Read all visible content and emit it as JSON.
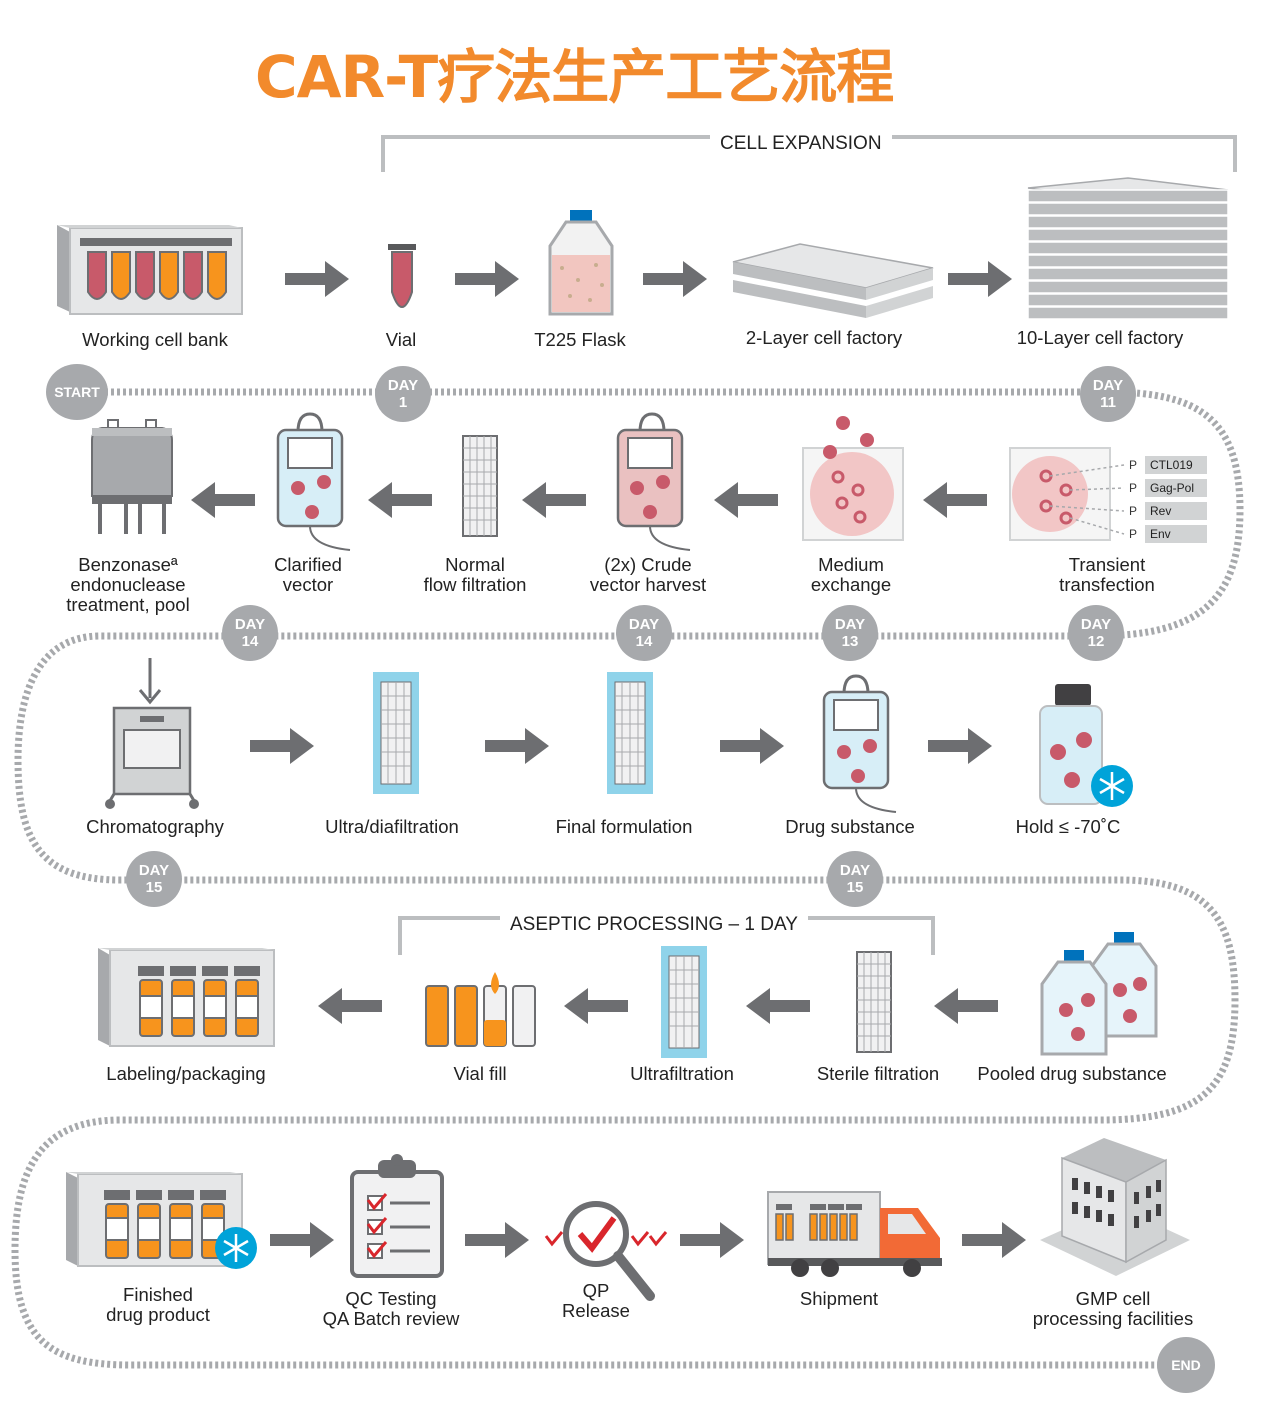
{
  "title": "CAR-T疗法生产工艺流程",
  "sections": {
    "cell_expansion": "CELL EXPANSION",
    "aseptic": "ASEPTIC PROCESSING – 1 DAY"
  },
  "row1": [
    "Working cell bank",
    "Vial",
    "T225 Flask",
    "2-Layer cell factory",
    "10-Layer cell factory"
  ],
  "row2": {
    "benzonase": [
      "Benzonaseª",
      "endonuclease",
      "treatment, pool"
    ],
    "clarified": [
      "Clarified",
      "vector"
    ],
    "nff": [
      "Normal",
      "flow filtration"
    ],
    "crude": [
      "(2x) Crude",
      "vector harvest"
    ],
    "medium": [
      "Medium",
      "exchange"
    ],
    "transfection": [
      "Transient",
      "transfection"
    ]
  },
  "plasmids": {
    "prefix": "P",
    "items": [
      "CTL019",
      "Gag-Pol",
      "Rev",
      "Env"
    ]
  },
  "row3": [
    "Chromatography",
    "Ultra/diafiltration",
    "Final formulation",
    "Drug substance",
    "Hold ≤ -70˚C"
  ],
  "row4": [
    "Labeling/packaging",
    "Vial fill",
    "Ultrafiltration",
    "Sterile filtration",
    "Pooled drug substance"
  ],
  "row5": {
    "finished": [
      "Finished",
      "drug product"
    ],
    "qc": [
      "QC Testing",
      "QA Batch review"
    ],
    "qp": [
      "QP",
      "Release"
    ],
    "shipment": "Shipment",
    "gmp": [
      "GMP cell",
      "processing facilities"
    ]
  },
  "milestones": {
    "start": "START",
    "end": "END",
    "day_word": "DAY",
    "d1": "1",
    "d11": "11",
    "d12": "12",
    "d13": "13",
    "d14a": "14",
    "d14b": "14",
    "d15a": "15",
    "d15b": "15"
  },
  "colors": {
    "accent": "#f28a2c",
    "gray": "#a7a9ac",
    "pink": "#c85a6a",
    "light_blue": "#8fd3ea"
  }
}
